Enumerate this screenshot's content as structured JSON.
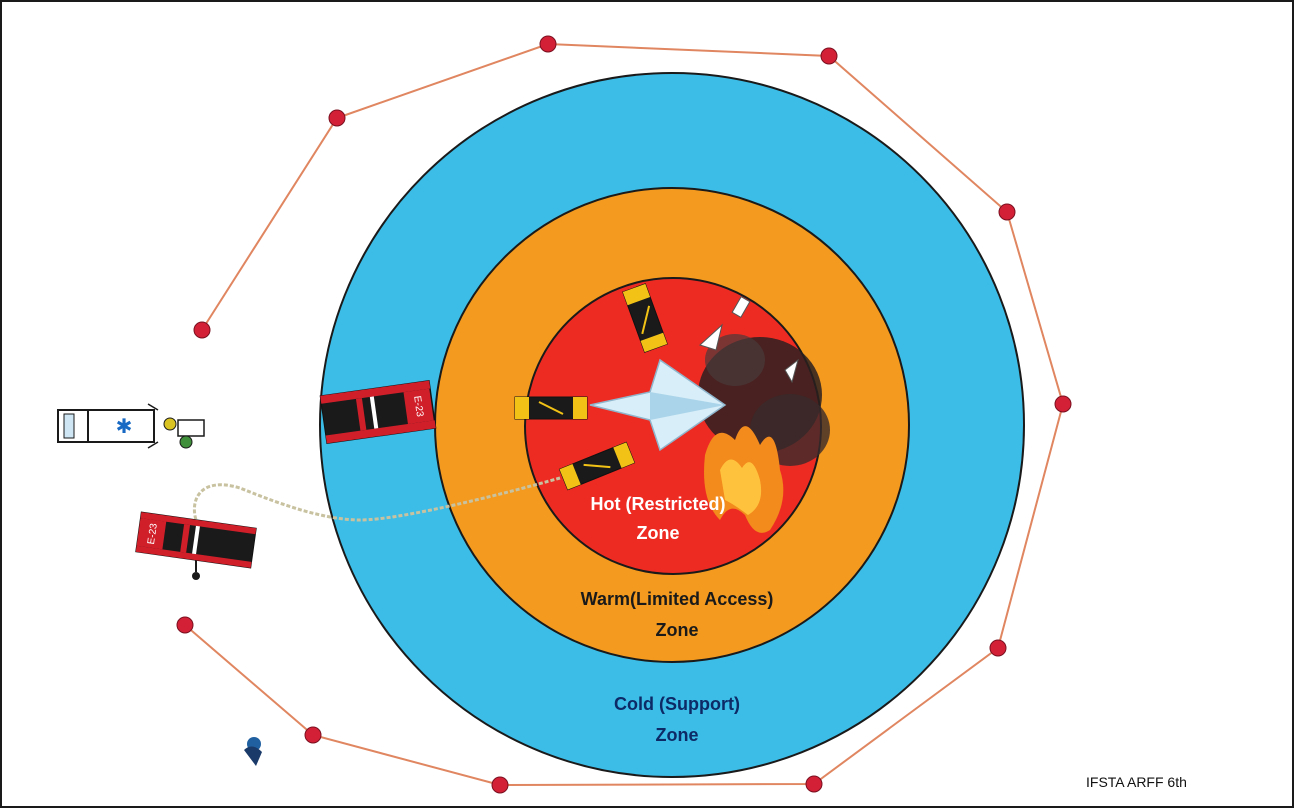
{
  "zones": {
    "hot": {
      "line1": "Hot (Restricted)",
      "line2": "Zone",
      "color": "#ee2b23",
      "text_color": "#ffffff"
    },
    "warm": {
      "line1": "Warm(Limited Access)",
      "line2": "Zone",
      "color": "#f39a1f",
      "text_color": "#1a1a1a"
    },
    "cold": {
      "line1": "Cold (Support)",
      "line2": "Zone",
      "color": "#3bbde8",
      "text_color": "#0d2a66"
    }
  },
  "vehicles": {
    "engine_label": "E-23"
  },
  "perimeter": {
    "line_color": "#e08660",
    "post_color": "#d42036"
  },
  "credit": "IFSTA ARFF 6th"
}
